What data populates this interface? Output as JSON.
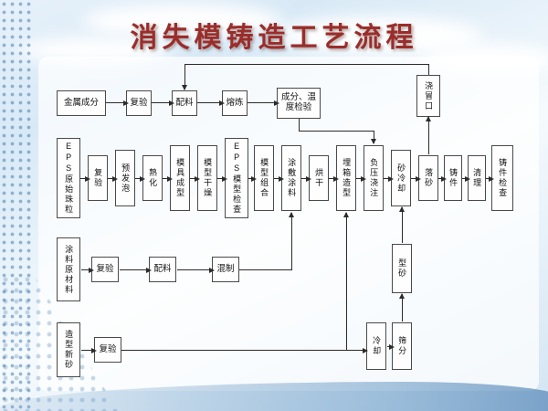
{
  "slide": {
    "title": "消失模铸造工艺流程"
  },
  "colors": {
    "title": "#9a2d2a",
    "line": "#2b2b2b",
    "box_border": "#4a4a4a",
    "sky": "#d8e9f6"
  },
  "flowchart": {
    "metal_row": {
      "metal_composition": "金属成分",
      "reinspection": "复验",
      "batching": "配料",
      "melting": "熔炼",
      "comp_temp_check": "成分、温度检验",
      "gating_riser": "浇冒口"
    },
    "main_row": {
      "eps_beads": "EPS原始珠粒",
      "reinspection": "复验",
      "pre_foaming": "预发泡",
      "aging": "熟化",
      "mold_forming": "模具成型",
      "pattern_drying": "模型干燥",
      "eps_pattern_check": "EPS模型检查",
      "pattern_assembly": "模型组合",
      "coating_application": "涂敷涂料",
      "drying": "烘干",
      "flask_molding": "埋箱造型",
      "vacuum_pouring": "负压浇注",
      "sand_cooling": "砂冷却",
      "shakeout": "落砂",
      "casting": "铸件",
      "cleaning": "清理",
      "casting_inspection": "铸件检查"
    },
    "coating_row": {
      "coating_raw_material": "涂料原材料",
      "reinspection": "复验",
      "batching": "配料",
      "mixing": "混制"
    },
    "sand_row": {
      "new_molding_sand": "造型新砂",
      "reinspection": "复验",
      "molding_sand": "型砂",
      "cooling": "冷却",
      "sieving": "筛分"
    }
  }
}
